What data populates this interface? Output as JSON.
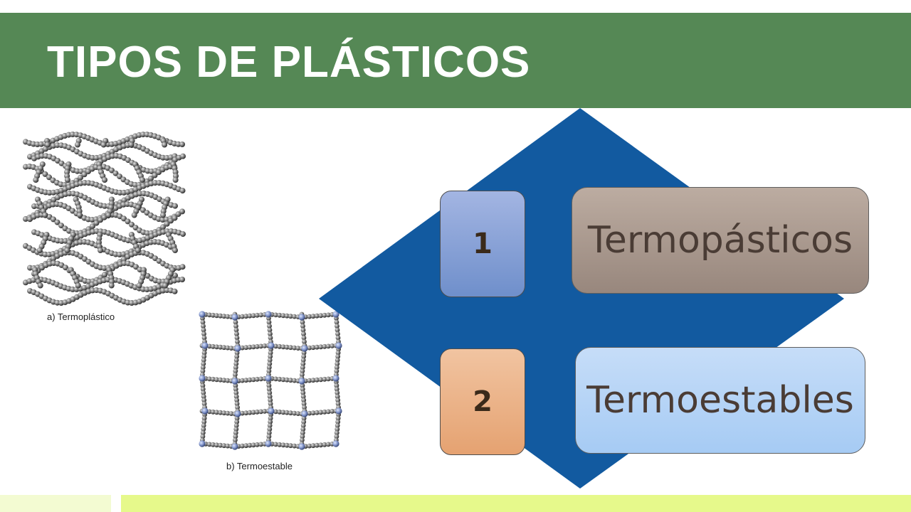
{
  "slide": {
    "title": "TIPOS DE PLÁSTICOS"
  },
  "figures": {
    "thermoplastic_caption": "a) Termoplástico",
    "thermoset_caption": "b) Termoestable"
  },
  "list": {
    "items": [
      {
        "number": "1",
        "label": "Termopásticos"
      },
      {
        "number": "2",
        "label": "Termoestables"
      }
    ]
  },
  "colors": {
    "header_bar": "#558855",
    "diamond": "#125aa0",
    "box1_number": "#8fa6d9",
    "box1_label": "#a99a90",
    "box2_number": "#ebb48b",
    "box2_label": "#b6d5f6",
    "footer_left": "#f3fbd2",
    "footer_right": "#e6f98b"
  }
}
